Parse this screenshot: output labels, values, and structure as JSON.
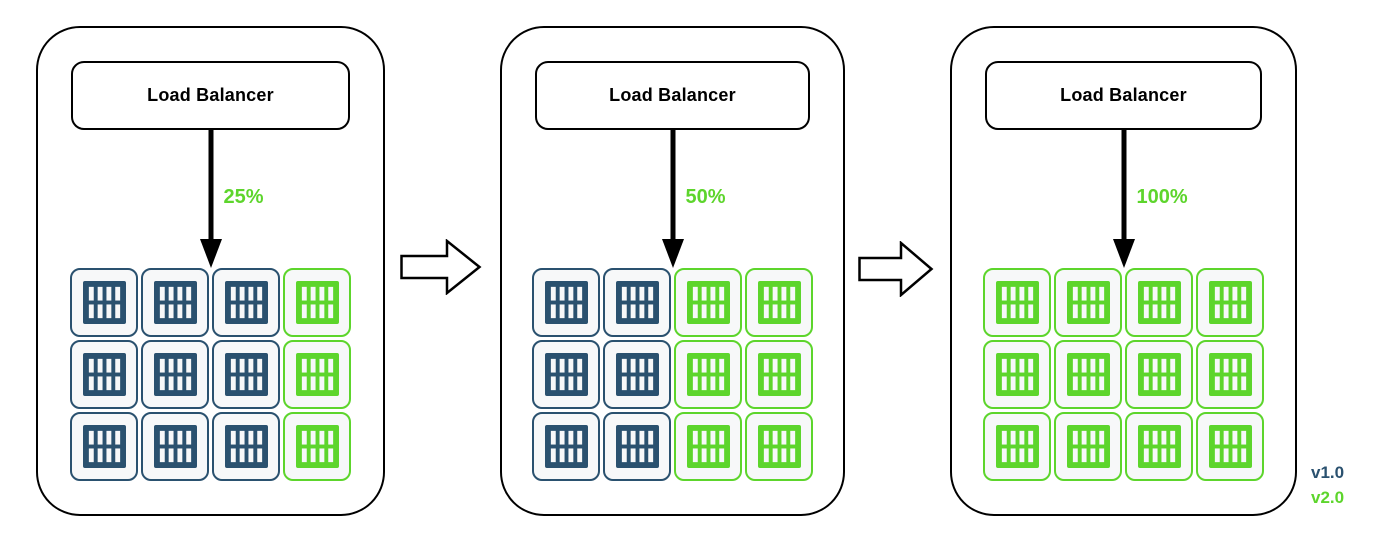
{
  "colors": {
    "v1": "#2a516f",
    "v2": "#5dd52c",
    "outline": "#000000",
    "tile_bg": "#f7f8f9"
  },
  "stages": [
    {
      "load_balancer_label": "Load Balancer",
      "traffic": "25%",
      "servers": [
        [
          "v1",
          "v1",
          "v1",
          "v2"
        ],
        [
          "v1",
          "v1",
          "v1",
          "v2"
        ],
        [
          "v1",
          "v1",
          "v1",
          "v2"
        ]
      ]
    },
    {
      "load_balancer_label": "Load Balancer",
      "traffic": "50%",
      "servers": [
        [
          "v1",
          "v1",
          "v2",
          "v2"
        ],
        [
          "v1",
          "v1",
          "v2",
          "v2"
        ],
        [
          "v1",
          "v1",
          "v2",
          "v2"
        ]
      ]
    },
    {
      "load_balancer_label": "Load Balancer",
      "traffic": "100%",
      "servers": [
        [
          "v2",
          "v2",
          "v2",
          "v2"
        ],
        [
          "v2",
          "v2",
          "v2",
          "v2"
        ],
        [
          "v2",
          "v2",
          "v2",
          "v2"
        ]
      ]
    }
  ],
  "legend": {
    "items": [
      {
        "id": "v1",
        "label": "v1.0"
      },
      {
        "id": "v2",
        "label": "v2.0"
      }
    ]
  }
}
